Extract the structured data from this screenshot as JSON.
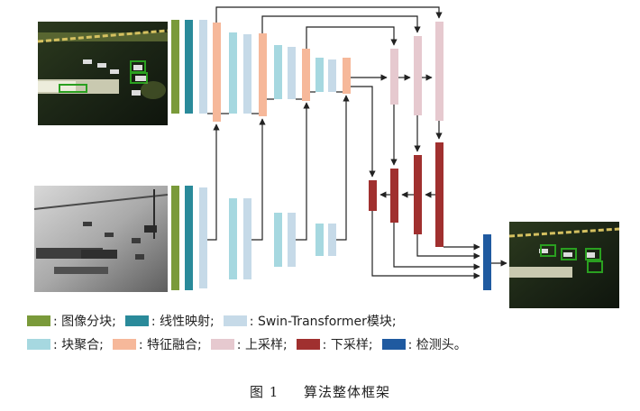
{
  "caption": {
    "figure": "图 1",
    "title": "算法整体框架"
  },
  "legend": [
    {
      "color": "#7a9a3a",
      "label": ": 图像分块;",
      "icon": "patch-partition-swatch"
    },
    {
      "color": "#2a8a9a",
      "label": ": 线性映射;",
      "icon": "linear-embedding-swatch"
    },
    {
      "color": "#c6dae8",
      "label": ": Swin-Transformer模块;",
      "icon": "swin-block-swatch"
    },
    {
      "color": "#a6d8e0",
      "label": ": 块聚合;",
      "icon": "patch-merging-swatch"
    },
    {
      "color": "#f6b89a",
      "label": ": 特征融合;",
      "icon": "feature-fusion-swatch"
    },
    {
      "color": "#e6c9cf",
      "label": ": 上采样;",
      "icon": "upsample-swatch"
    },
    {
      "color": "#a0302f",
      "label": ": 下采样;",
      "icon": "downsample-swatch"
    },
    {
      "color": "#1f5aa0",
      "label": ": 检测头。",
      "icon": "detection-head-swatch"
    }
  ],
  "images": {
    "visible": "visible-light-input-image",
    "infrared": "infrared-input-image",
    "output": "detection-output-image"
  }
}
